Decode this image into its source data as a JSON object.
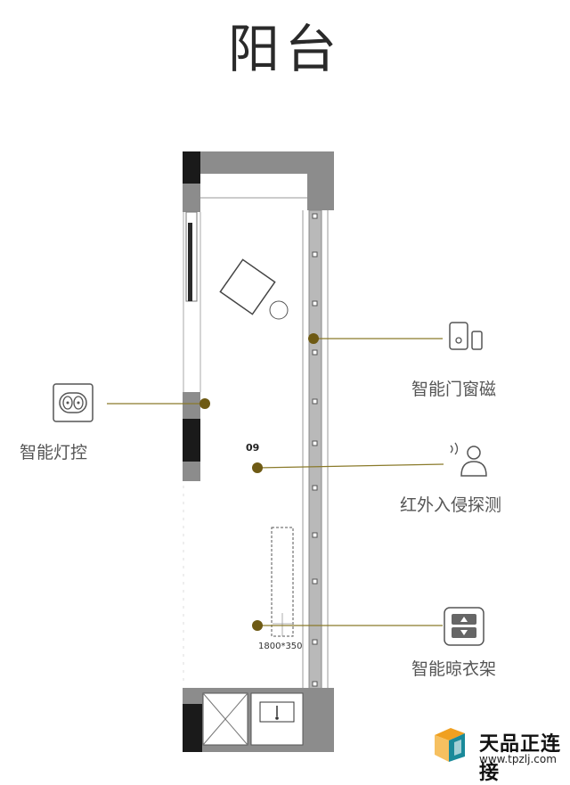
{
  "title": "阳台",
  "labels": {
    "door_sensor": "智能门窗磁",
    "light_control": "智能灯控",
    "ir_detection": "红外入侵探测",
    "clothes_rack": "智能晾衣架"
  },
  "marker_number": "09",
  "dimension_text": "1800*350",
  "watermark": {
    "brand": "天品正连接",
    "url": "www.tpzlj.com"
  },
  "colors": {
    "wall": "#8c8c8c",
    "callout_line": "#8a7a2a",
    "callout_dot": "#6e5a14",
    "logo_orange": "#f0a020",
    "logo_teal": "#1a8a9a"
  },
  "icons": [
    "door-sensor-icon",
    "light-switch-icon",
    "ir-sensor-person-icon",
    "clothes-rack-control-icon"
  ]
}
